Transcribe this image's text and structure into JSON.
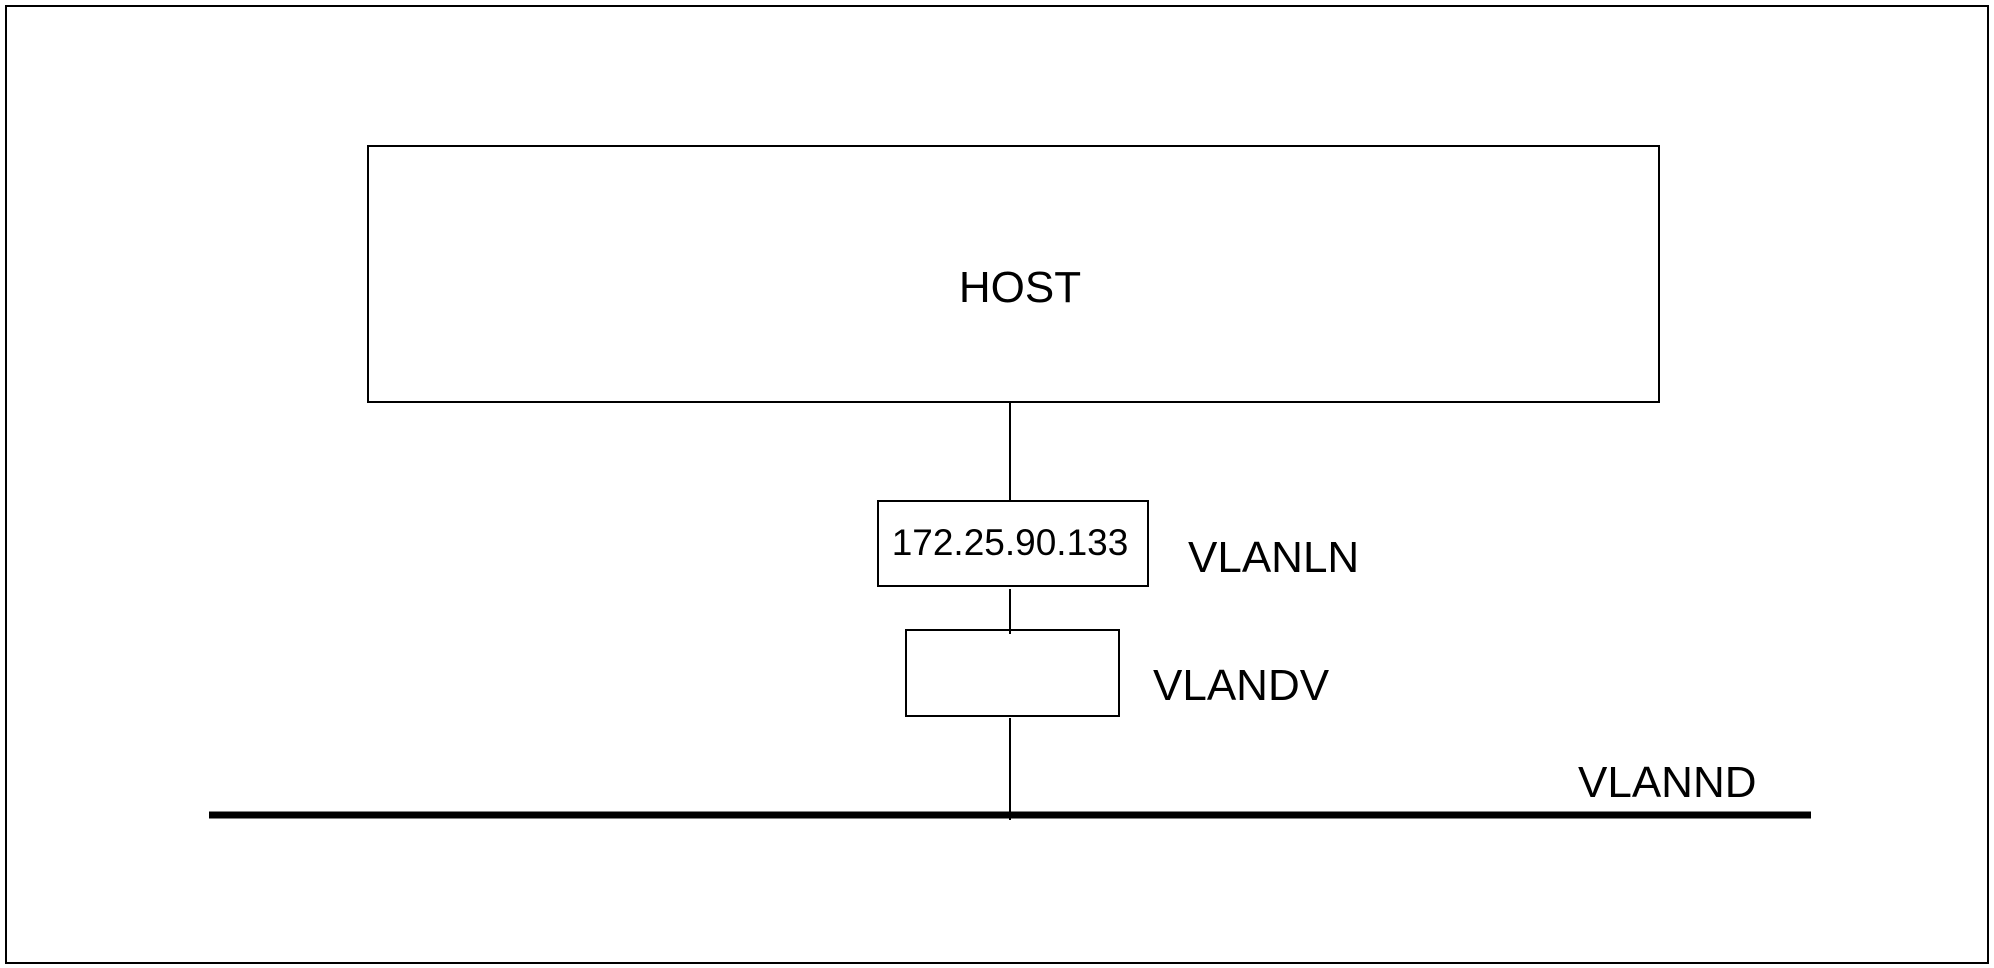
{
  "diagram": {
    "host_label": "HOST",
    "ip_address": "172.25.90.133",
    "vlanln_label": "VLANLN",
    "vlandv_label": "VLANDV",
    "vlannd_label": "VLANND"
  },
  "colors": {
    "line": "#000000",
    "background": "#ffffff"
  }
}
